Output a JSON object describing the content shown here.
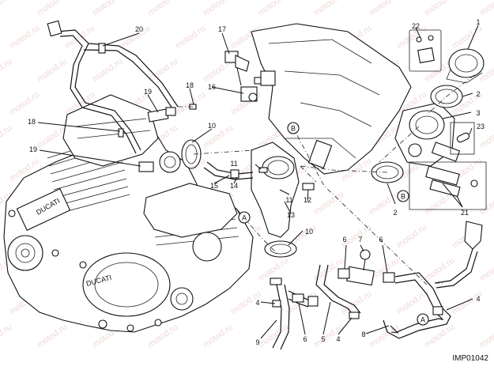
{
  "watermark_text": "motod.ru",
  "diagram_code": "IMP01042",
  "reference_letters": {
    "a": "A",
    "b": "B"
  },
  "callouts": {
    "n1": "1",
    "n2": "2",
    "n3": "3",
    "n4": "4",
    "n5": "5",
    "n6": "6",
    "n7": "7",
    "n8": "8",
    "n9": "9",
    "n10": "10",
    "n11": "11",
    "n12": "12",
    "n13": "13",
    "n14": "14",
    "n15": "15",
    "n16": "16",
    "n17": "17",
    "n18": "18",
    "n19": "19",
    "n20": "20",
    "n21": "21",
    "n22": "22",
    "n23": "23"
  },
  "engine_brand_marks": {
    "case_badge": "DUCATI",
    "side_badge": "DUCATI"
  }
}
